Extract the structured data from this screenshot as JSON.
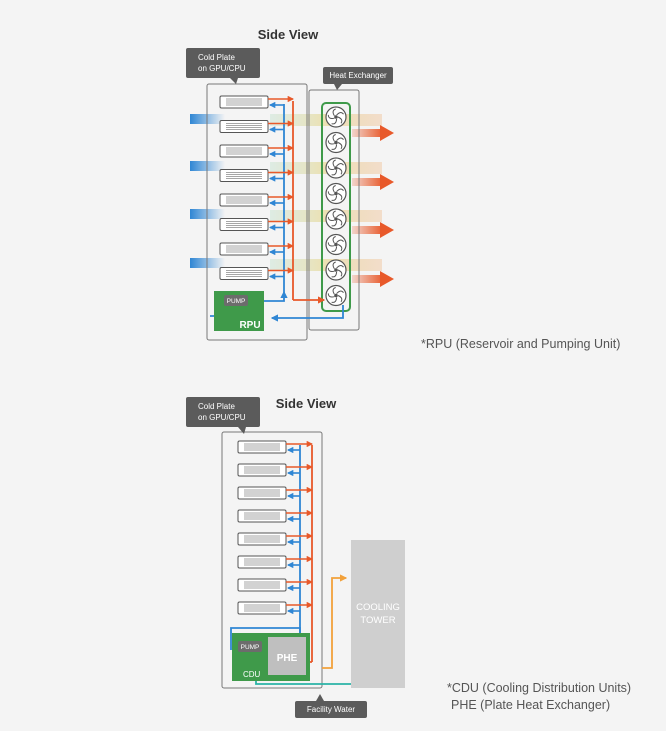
{
  "top_diagram": {
    "title": "Side View",
    "cold_plate_callout": [
      "Cold Plate",
      "on GPU/CPU"
    ],
    "heat_exchanger_callout": "Heat Exchanger",
    "pump_label": "PUMP",
    "unit_label": "RPU",
    "footnote": "*RPU (Reservoir and Pumping Unit)",
    "cold_plate_count": 8,
    "fan_count": 8
  },
  "bottom_diagram": {
    "title": "Side View",
    "cold_plate_callout": [
      "Cold Plate",
      "on GPU/CPU"
    ],
    "pump_label": "PUMP",
    "phe_label": "PHE",
    "unit_label": "CDU",
    "tower_label": [
      "COOLING",
      "TOWER"
    ],
    "facility_water_callout": "Facility Water",
    "footnotes": [
      "*CDU (Cooling Distribution Units)",
      "PHE (Plate Heat Exchanger)"
    ],
    "cold_plate_count": 8
  },
  "colors": {
    "hot": "#e8592a",
    "cold": "#2f86d4",
    "warm": "#f2a13b",
    "facility": "#2ab3a6",
    "unit_green": "#3f9a4a",
    "callout": "#5b5b5b",
    "tower": "#cfcfcf"
  }
}
